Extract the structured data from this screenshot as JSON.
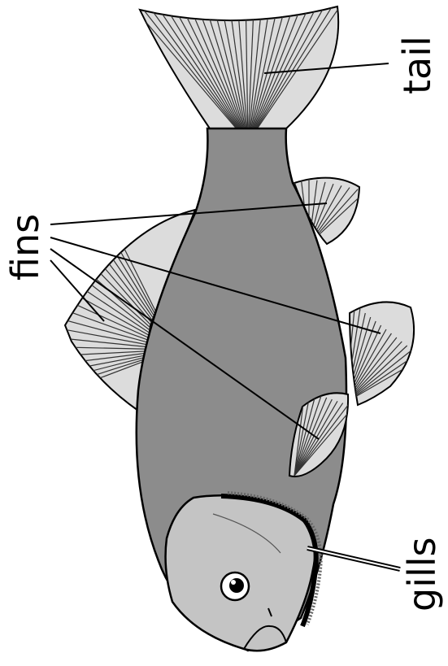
{
  "diagram": {
    "labels": {
      "tail": "tail",
      "fins": "fins",
      "gills": "gills"
    },
    "colors": {
      "body": "#8c8c8c",
      "fin": "#dcdcdc",
      "head": "#c4c4c4",
      "outline": "#000000"
    }
  }
}
